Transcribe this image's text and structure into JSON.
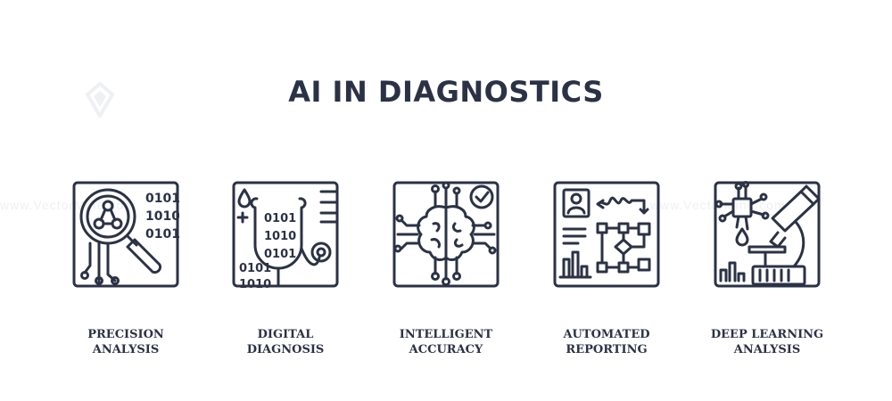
{
  "title": "AI IN DIAGNOSTICS",
  "watermark": "www.VectorMine.com",
  "colors": {
    "ink": "#2b3245",
    "watermark": "#eef0f3"
  },
  "items": [
    {
      "icon": "magnifier-network-binary-icon",
      "line1": "PRECISION",
      "line2": "ANALYSIS",
      "binary": [
        "0101",
        "1010",
        "0101"
      ]
    },
    {
      "icon": "stethoscope-binary-icon",
      "line1": "DIGITAL",
      "line2": "DIAGNOSIS",
      "binary": [
        "0101",
        "1010",
        "0101",
        "0101",
        "1010"
      ]
    },
    {
      "icon": "brain-circuit-check-icon",
      "line1": "INTELLIGENT",
      "line2": "ACCURACY"
    },
    {
      "icon": "report-flowchart-icon",
      "line1": "AUTOMATED",
      "line2": "REPORTING"
    },
    {
      "icon": "microscope-chip-icon",
      "line1": "DEEP LEARNING",
      "line2": "ANALYSIS"
    }
  ]
}
